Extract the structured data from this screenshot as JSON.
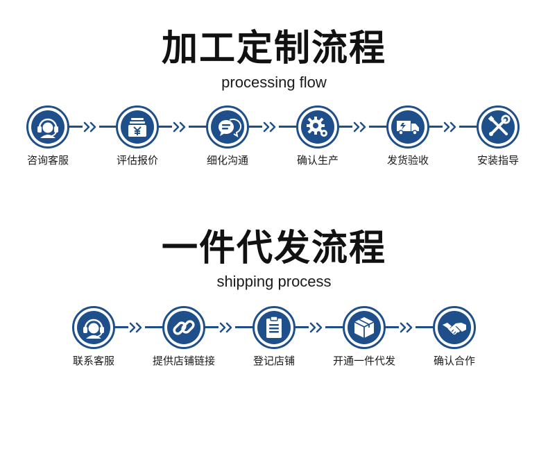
{
  "custom_process": {
    "title": "加工定制流程",
    "subtitle": "processing flow",
    "steps": [
      {
        "label": "咨询客服",
        "icon": "customer-service-icon"
      },
      {
        "label": "评估报价",
        "icon": "quotation-icon"
      },
      {
        "label": "细化沟通",
        "icon": "chat-icon"
      },
      {
        "label": "确认生产",
        "icon": "gear-icon"
      },
      {
        "label": "发货验收",
        "icon": "delivery-truck-icon"
      },
      {
        "label": "安装指导",
        "icon": "tools-icon"
      }
    ]
  },
  "dropship_process": {
    "title": "一件代发流程",
    "subtitle": "shipping process",
    "steps": [
      {
        "label": "联系客服",
        "icon": "customer-service-icon"
      },
      {
        "label": "提供店铺链接",
        "icon": "link-icon"
      },
      {
        "label": "登记店铺",
        "icon": "clipboard-icon"
      },
      {
        "label": "开通一件代发",
        "icon": "package-icon"
      },
      {
        "label": "确认合作",
        "icon": "handshake-icon"
      }
    ]
  },
  "colors": {
    "accent": "#1f4f8a",
    "text": "#1a1a1a",
    "background": "#ffffff"
  }
}
